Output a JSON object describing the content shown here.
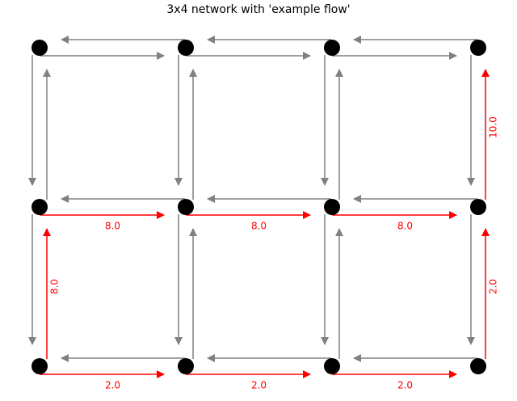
{
  "title": "3x4 network with 'example flow'",
  "colors": {
    "node": "#000000",
    "edge_default": "#808080",
    "edge_flow": "#ff0000",
    "background": "#ffffff"
  },
  "grid": {
    "rows": 3,
    "cols": 4
  },
  "nodes": [
    {
      "id": "r0c0"
    },
    {
      "id": "r0c1"
    },
    {
      "id": "r0c2"
    },
    {
      "id": "r0c3"
    },
    {
      "id": "r1c0"
    },
    {
      "id": "r1c1"
    },
    {
      "id": "r1c2"
    },
    {
      "id": "r1c3"
    },
    {
      "id": "r2c0"
    },
    {
      "id": "r2c1"
    },
    {
      "id": "r2c2"
    },
    {
      "id": "r2c3"
    }
  ],
  "edges": [
    {
      "from": "r0c1",
      "to": "r0c0",
      "flow": false,
      "label": ""
    },
    {
      "from": "r0c2",
      "to": "r0c1",
      "flow": false,
      "label": ""
    },
    {
      "from": "r0c3",
      "to": "r0c2",
      "flow": false,
      "label": ""
    },
    {
      "from": "r0c0",
      "to": "r0c1",
      "flow": false,
      "label": ""
    },
    {
      "from": "r0c1",
      "to": "r0c2",
      "flow": false,
      "label": ""
    },
    {
      "from": "r0c2",
      "to": "r0c3",
      "flow": false,
      "label": ""
    },
    {
      "from": "r1c1",
      "to": "r1c0",
      "flow": false,
      "label": ""
    },
    {
      "from": "r1c2",
      "to": "r1c1",
      "flow": false,
      "label": ""
    },
    {
      "from": "r1c3",
      "to": "r1c2",
      "flow": false,
      "label": ""
    },
    {
      "from": "r1c0",
      "to": "r1c1",
      "flow": true,
      "label": "8.0"
    },
    {
      "from": "r1c1",
      "to": "r1c2",
      "flow": true,
      "label": "8.0"
    },
    {
      "from": "r1c2",
      "to": "r1c3",
      "flow": true,
      "label": "8.0"
    },
    {
      "from": "r2c1",
      "to": "r2c0",
      "flow": false,
      "label": ""
    },
    {
      "from": "r2c2",
      "to": "r2c1",
      "flow": false,
      "label": ""
    },
    {
      "from": "r2c3",
      "to": "r2c2",
      "flow": false,
      "label": ""
    },
    {
      "from": "r2c0",
      "to": "r2c1",
      "flow": true,
      "label": "2.0"
    },
    {
      "from": "r2c1",
      "to": "r2c2",
      "flow": true,
      "label": "2.0"
    },
    {
      "from": "r2c2",
      "to": "r2c3",
      "flow": true,
      "label": "2.0"
    },
    {
      "from": "r0c0",
      "to": "r1c0",
      "flow": false,
      "label": ""
    },
    {
      "from": "r0c1",
      "to": "r1c1",
      "flow": false,
      "label": ""
    },
    {
      "from": "r0c2",
      "to": "r1c2",
      "flow": false,
      "label": ""
    },
    {
      "from": "r0c3",
      "to": "r1c3",
      "flow": false,
      "label": ""
    },
    {
      "from": "r1c0",
      "to": "r2c0",
      "flow": false,
      "label": ""
    },
    {
      "from": "r1c1",
      "to": "r2c1",
      "flow": false,
      "label": ""
    },
    {
      "from": "r1c2",
      "to": "r2c2",
      "flow": false,
      "label": ""
    },
    {
      "from": "r1c3",
      "to": "r2c3",
      "flow": false,
      "label": ""
    },
    {
      "from": "r1c0",
      "to": "r0c0",
      "flow": false,
      "label": ""
    },
    {
      "from": "r1c1",
      "to": "r0c1",
      "flow": false,
      "label": ""
    },
    {
      "from": "r1c2",
      "to": "r0c2",
      "flow": false,
      "label": ""
    },
    {
      "from": "r1c3",
      "to": "r0c3",
      "flow": true,
      "label": "10.0"
    },
    {
      "from": "r2c0",
      "to": "r1c0",
      "flow": true,
      "label": "8.0"
    },
    {
      "from": "r2c1",
      "to": "r1c1",
      "flow": false,
      "label": ""
    },
    {
      "from": "r2c2",
      "to": "r1c2",
      "flow": false,
      "label": ""
    },
    {
      "from": "r2c3",
      "to": "r1c3",
      "flow": true,
      "label": "2.0"
    }
  ]
}
